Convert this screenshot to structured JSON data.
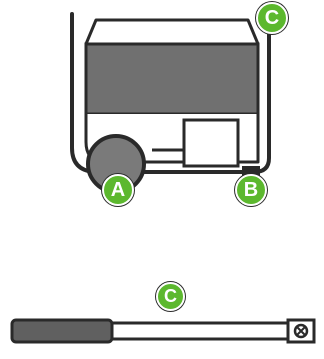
{
  "colors": {
    "accent_green": "#5cb82e",
    "outline": "#2a2a2a",
    "body_fill": "#707070",
    "wheel_fill": "#7a7a7a",
    "grip_fill": "#606060"
  },
  "callouts": {
    "wheel": "A",
    "foot": "B",
    "handle_top": "C",
    "handle_bottom": "C"
  }
}
